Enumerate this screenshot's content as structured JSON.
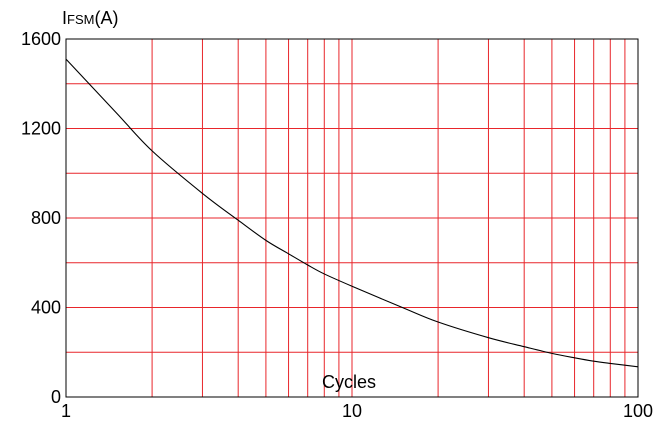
{
  "chart_data": {
    "type": "line",
    "title": "",
    "ylabel": {
      "main": "I",
      "sub": "FSM",
      "unit": "(A)"
    },
    "xlabel": "Cycles",
    "x_scale": "log",
    "xlim": [
      1,
      100
    ],
    "ylim": [
      0,
      1600
    ],
    "x_ticks": [
      1,
      10,
      100
    ],
    "x_tick_labels": [
      "1",
      "10",
      "100"
    ],
    "y_ticks": [
      0,
      400,
      800,
      1200,
      1600
    ],
    "y_tick_labels": [
      "0",
      "400",
      "800",
      "1200",
      "1600"
    ],
    "grid": true,
    "grid_color": "#e8262b",
    "x_grid": [
      1,
      2,
      3,
      4,
      5,
      6,
      7,
      8,
      9,
      10,
      20,
      30,
      40,
      50,
      60,
      70,
      80,
      90,
      100
    ],
    "y_grid": [
      0,
      200,
      400,
      600,
      800,
      1000,
      1200,
      1400,
      1600
    ],
    "series": [
      {
        "color": "#000000",
        "x": [
          1,
          1.5,
          2,
          3,
          4,
          5,
          6,
          7,
          8,
          10,
          15,
          20,
          30,
          40,
          50,
          60,
          70,
          80,
          100
        ],
        "y": [
          1510,
          1270,
          1100,
          910,
          790,
          700,
          640,
          590,
          550,
          495,
          400,
          335,
          265,
          225,
          195,
          175,
          160,
          150,
          135
        ]
      }
    ]
  }
}
